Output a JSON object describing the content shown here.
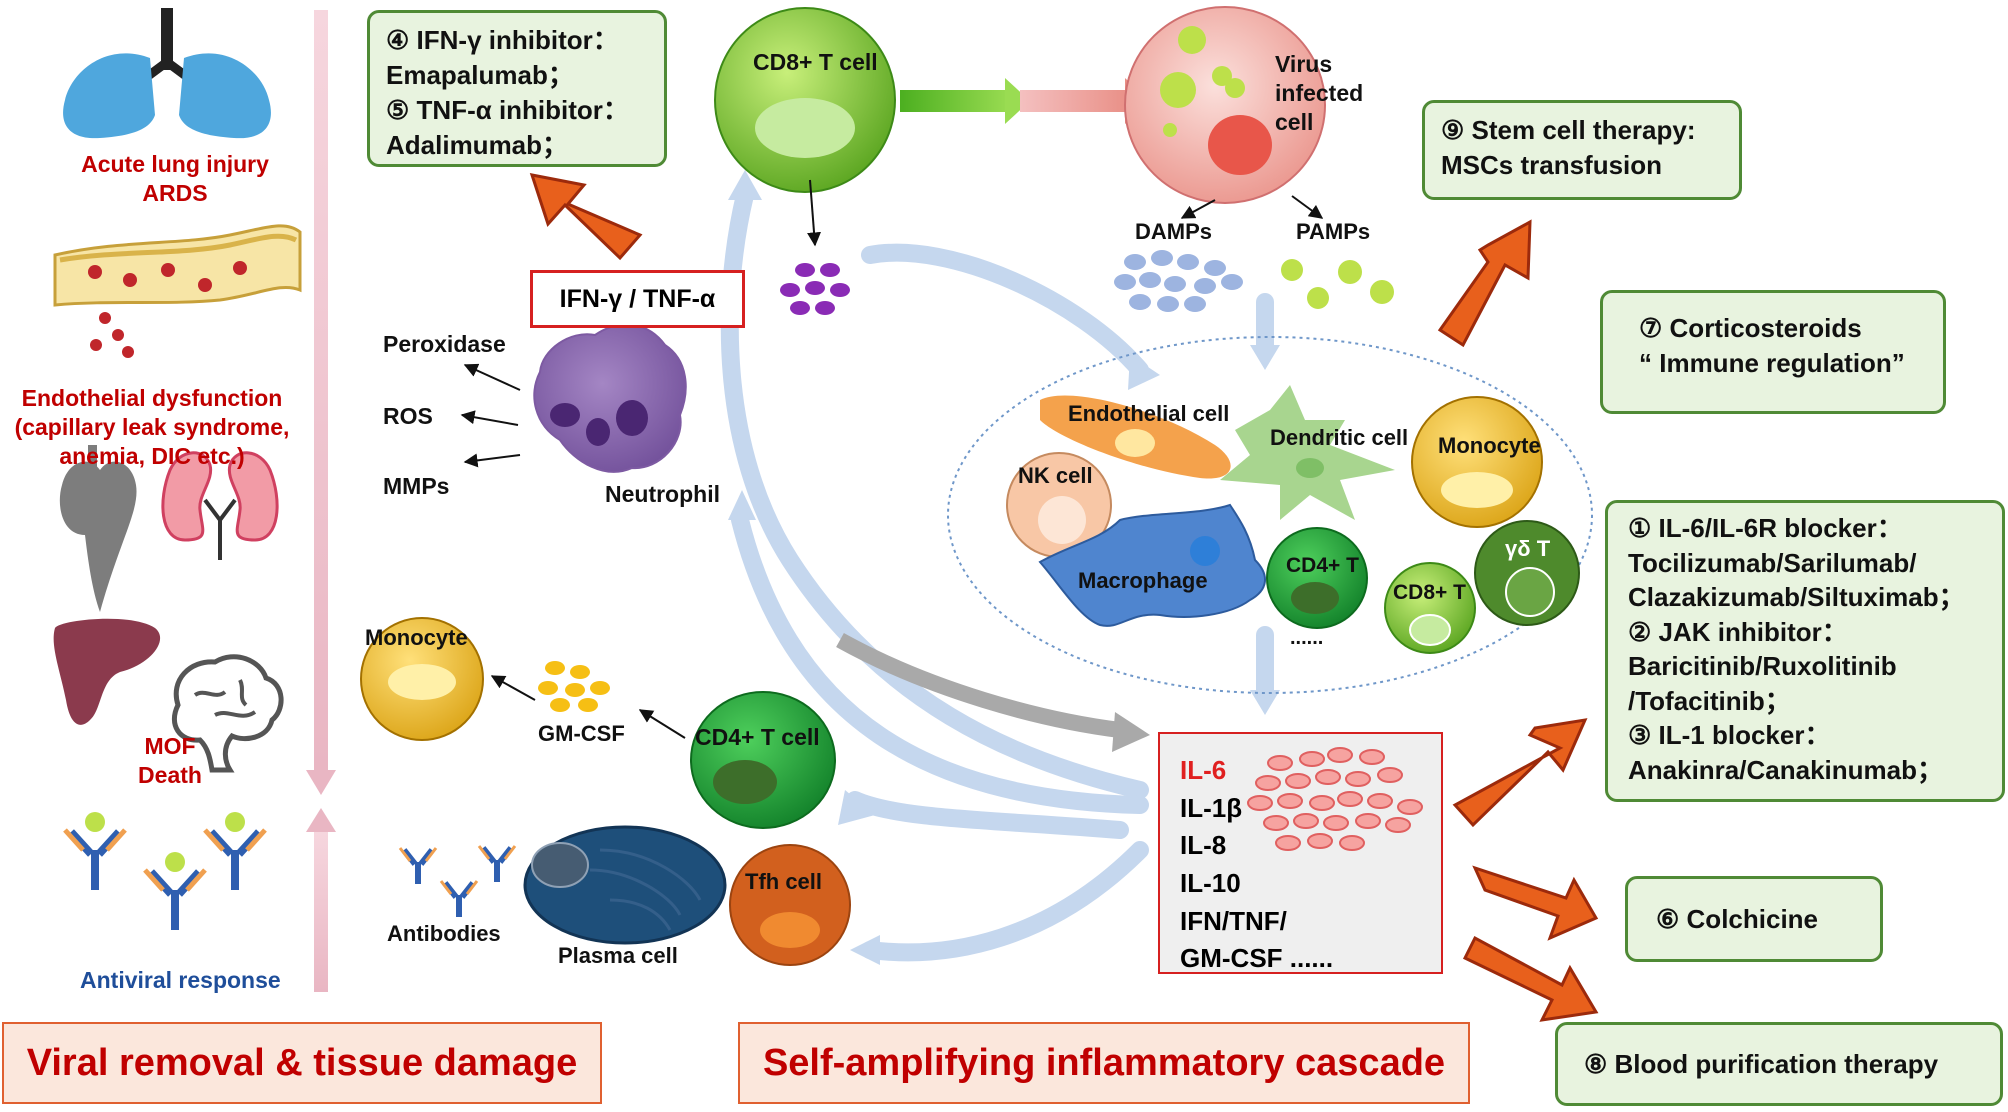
{
  "left_panel": {
    "lung_label_1": "Acute lung injury",
    "lung_label_2": "ARDS",
    "endo_label_1": "Endothelial dysfunction",
    "endo_label_2": "(capillary leak syndrome,",
    "endo_label_3": "anemia, DIC etc.)",
    "mof_label_1": "MOF",
    "mof_label_2": "Death",
    "antiviral_label": "Antiviral response"
  },
  "bottom": {
    "left_title": "Viral removal & tissue damage",
    "center_title": "Self-amplifying inflammatory cascade"
  },
  "treatments": {
    "ifn_tnf": [
      "④ IFN-γ inhibitor：",
      "Emapalumab；",
      "⑤ TNF-α inhibitor：",
      "Adalimumab；"
    ],
    "stem_cell": [
      "⑨ Stem cell therapy:",
      "MSCs transfusion"
    ],
    "corticosteroids": [
      "⑦ Corticosteroids",
      "“ Immune regulation”"
    ],
    "il6_jak_il1": [
      "① IL-6/IL-6R blocker：",
      "Tocilizumab/Sarilumab/",
      "Clazakizumab/Siltuximab；",
      "② JAK inhibitor：",
      "Baricitinib/Ruxolitinib",
      "/Tofacitinib；",
      "③ IL-1 blocker：",
      "Anakinra/Canakinumab；"
    ],
    "colchicine": "⑥ Colchicine",
    "blood_purification": "⑧ Blood purification therapy"
  },
  "cells": {
    "cd8_top": "CD8+ T cell",
    "virus_cell": [
      "Virus",
      "infected",
      "cell"
    ],
    "damps": "DAMPs",
    "pamps": "PAMPs",
    "endothelial": "Endothelial cell",
    "dendritic": "Dendritic cell",
    "monocyte_right": "Monocyte",
    "nk": "NK cell",
    "macrophage": "Macrophage",
    "cd4_circle": "CD4+ T",
    "cd8_circle": "CD8+ T",
    "gd_t": "γδ T",
    "ellipsis": "......",
    "neutrophil": "Neutrophil",
    "peroxidase": "Peroxidase",
    "ros": "ROS",
    "mmps": "MMPs",
    "ifn_tnf_box": "IFN-γ / TNF-α",
    "monocyte_left": "Monocyte",
    "gmcsf": "GM-CSF",
    "cd4_tcell": "CD4+ T cell",
    "antibodies": "Antibodies",
    "plasma": "Plasma cell",
    "tfh": "Tfh cell"
  },
  "cytokines": {
    "il6": "IL-6",
    "list": [
      "IL-1β",
      "IL-8",
      "IL-10",
      "IFN/TNF/",
      "GM-CSF ......"
    ]
  },
  "colors": {
    "label_red": "#c00000",
    "box_green_fill": "#e8f3df",
    "box_green_border": "#4f8a35",
    "arrow_red": "#c8281a",
    "arrow_orange": "#e8601c",
    "cycle_blue": "#c5d7ee"
  }
}
